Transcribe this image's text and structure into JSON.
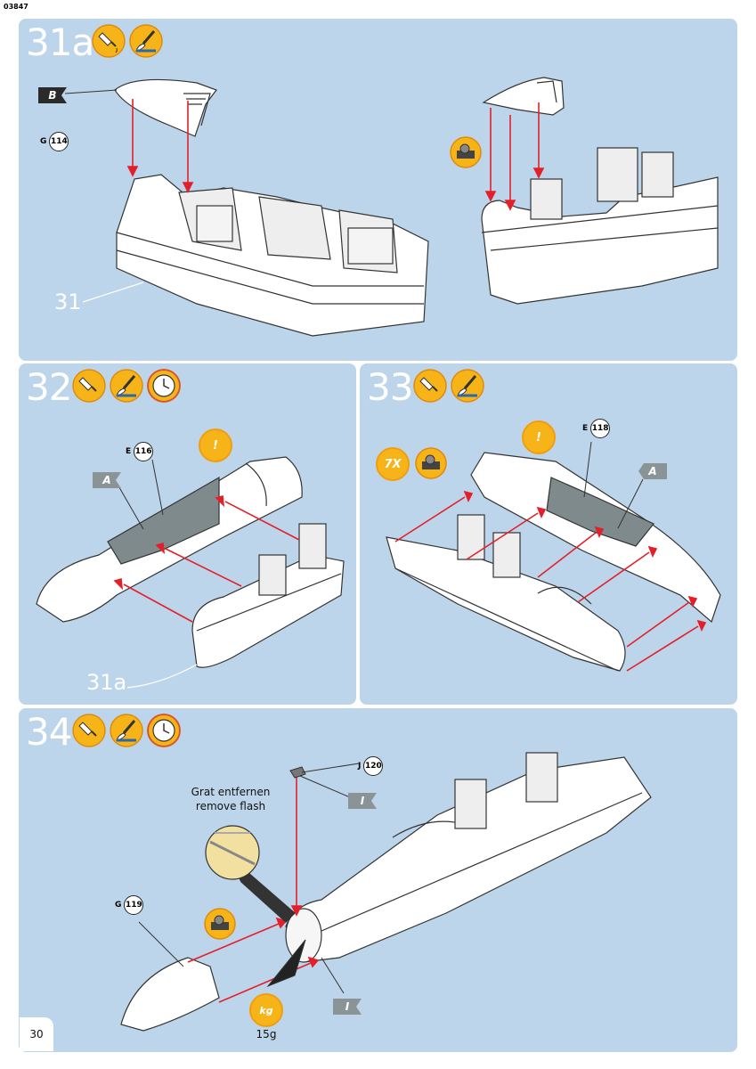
{
  "document_id": "03847",
  "page_number": "30",
  "colors": {
    "panel_bg": "#bdd5ea",
    "arrow": "#e3202a",
    "badge": "#f7b418",
    "decal": "#2a2a2a"
  },
  "steps": [
    {
      "number": "31a",
      "icons": [
        "glue-tube-icon",
        "paint-brush-icon"
      ],
      "parts": [
        {
          "sprue": "G",
          "number": "114"
        }
      ],
      "decals": [
        "B"
      ],
      "callout": "31",
      "tools": [
        "tape-icon"
      ]
    },
    {
      "number": "32",
      "icons": [
        "glue-tube-icon",
        "paint-brush-icon",
        "clock-icon"
      ],
      "parts": [
        {
          "sprue": "E",
          "number": "116"
        }
      ],
      "decals": [
        "A"
      ],
      "callout": "31a",
      "tools": [
        "attention-icon"
      ]
    },
    {
      "number": "33",
      "icons": [
        "glue-tube-icon",
        "paint-brush-icon"
      ],
      "parts": [
        {
          "sprue": "E",
          "number": "118"
        }
      ],
      "decals": [
        "A"
      ],
      "multiplier": "7X",
      "tools": [
        "attention-icon",
        "tape-icon"
      ]
    },
    {
      "number": "34",
      "icons": [
        "glue-tube-icon",
        "paint-brush-icon",
        "clock-icon"
      ],
      "parts": [
        {
          "sprue": "J",
          "number": "120"
        },
        {
          "sprue": "G",
          "number": "119"
        }
      ],
      "decals": [
        "I",
        "I"
      ],
      "note_de": "Grat entfernen",
      "note_en": "remove flash",
      "weight": "15g",
      "weight_icon_label": "kg",
      "tools": [
        "tape-icon",
        "weight-icon"
      ]
    }
  ],
  "attention_mark": "!"
}
